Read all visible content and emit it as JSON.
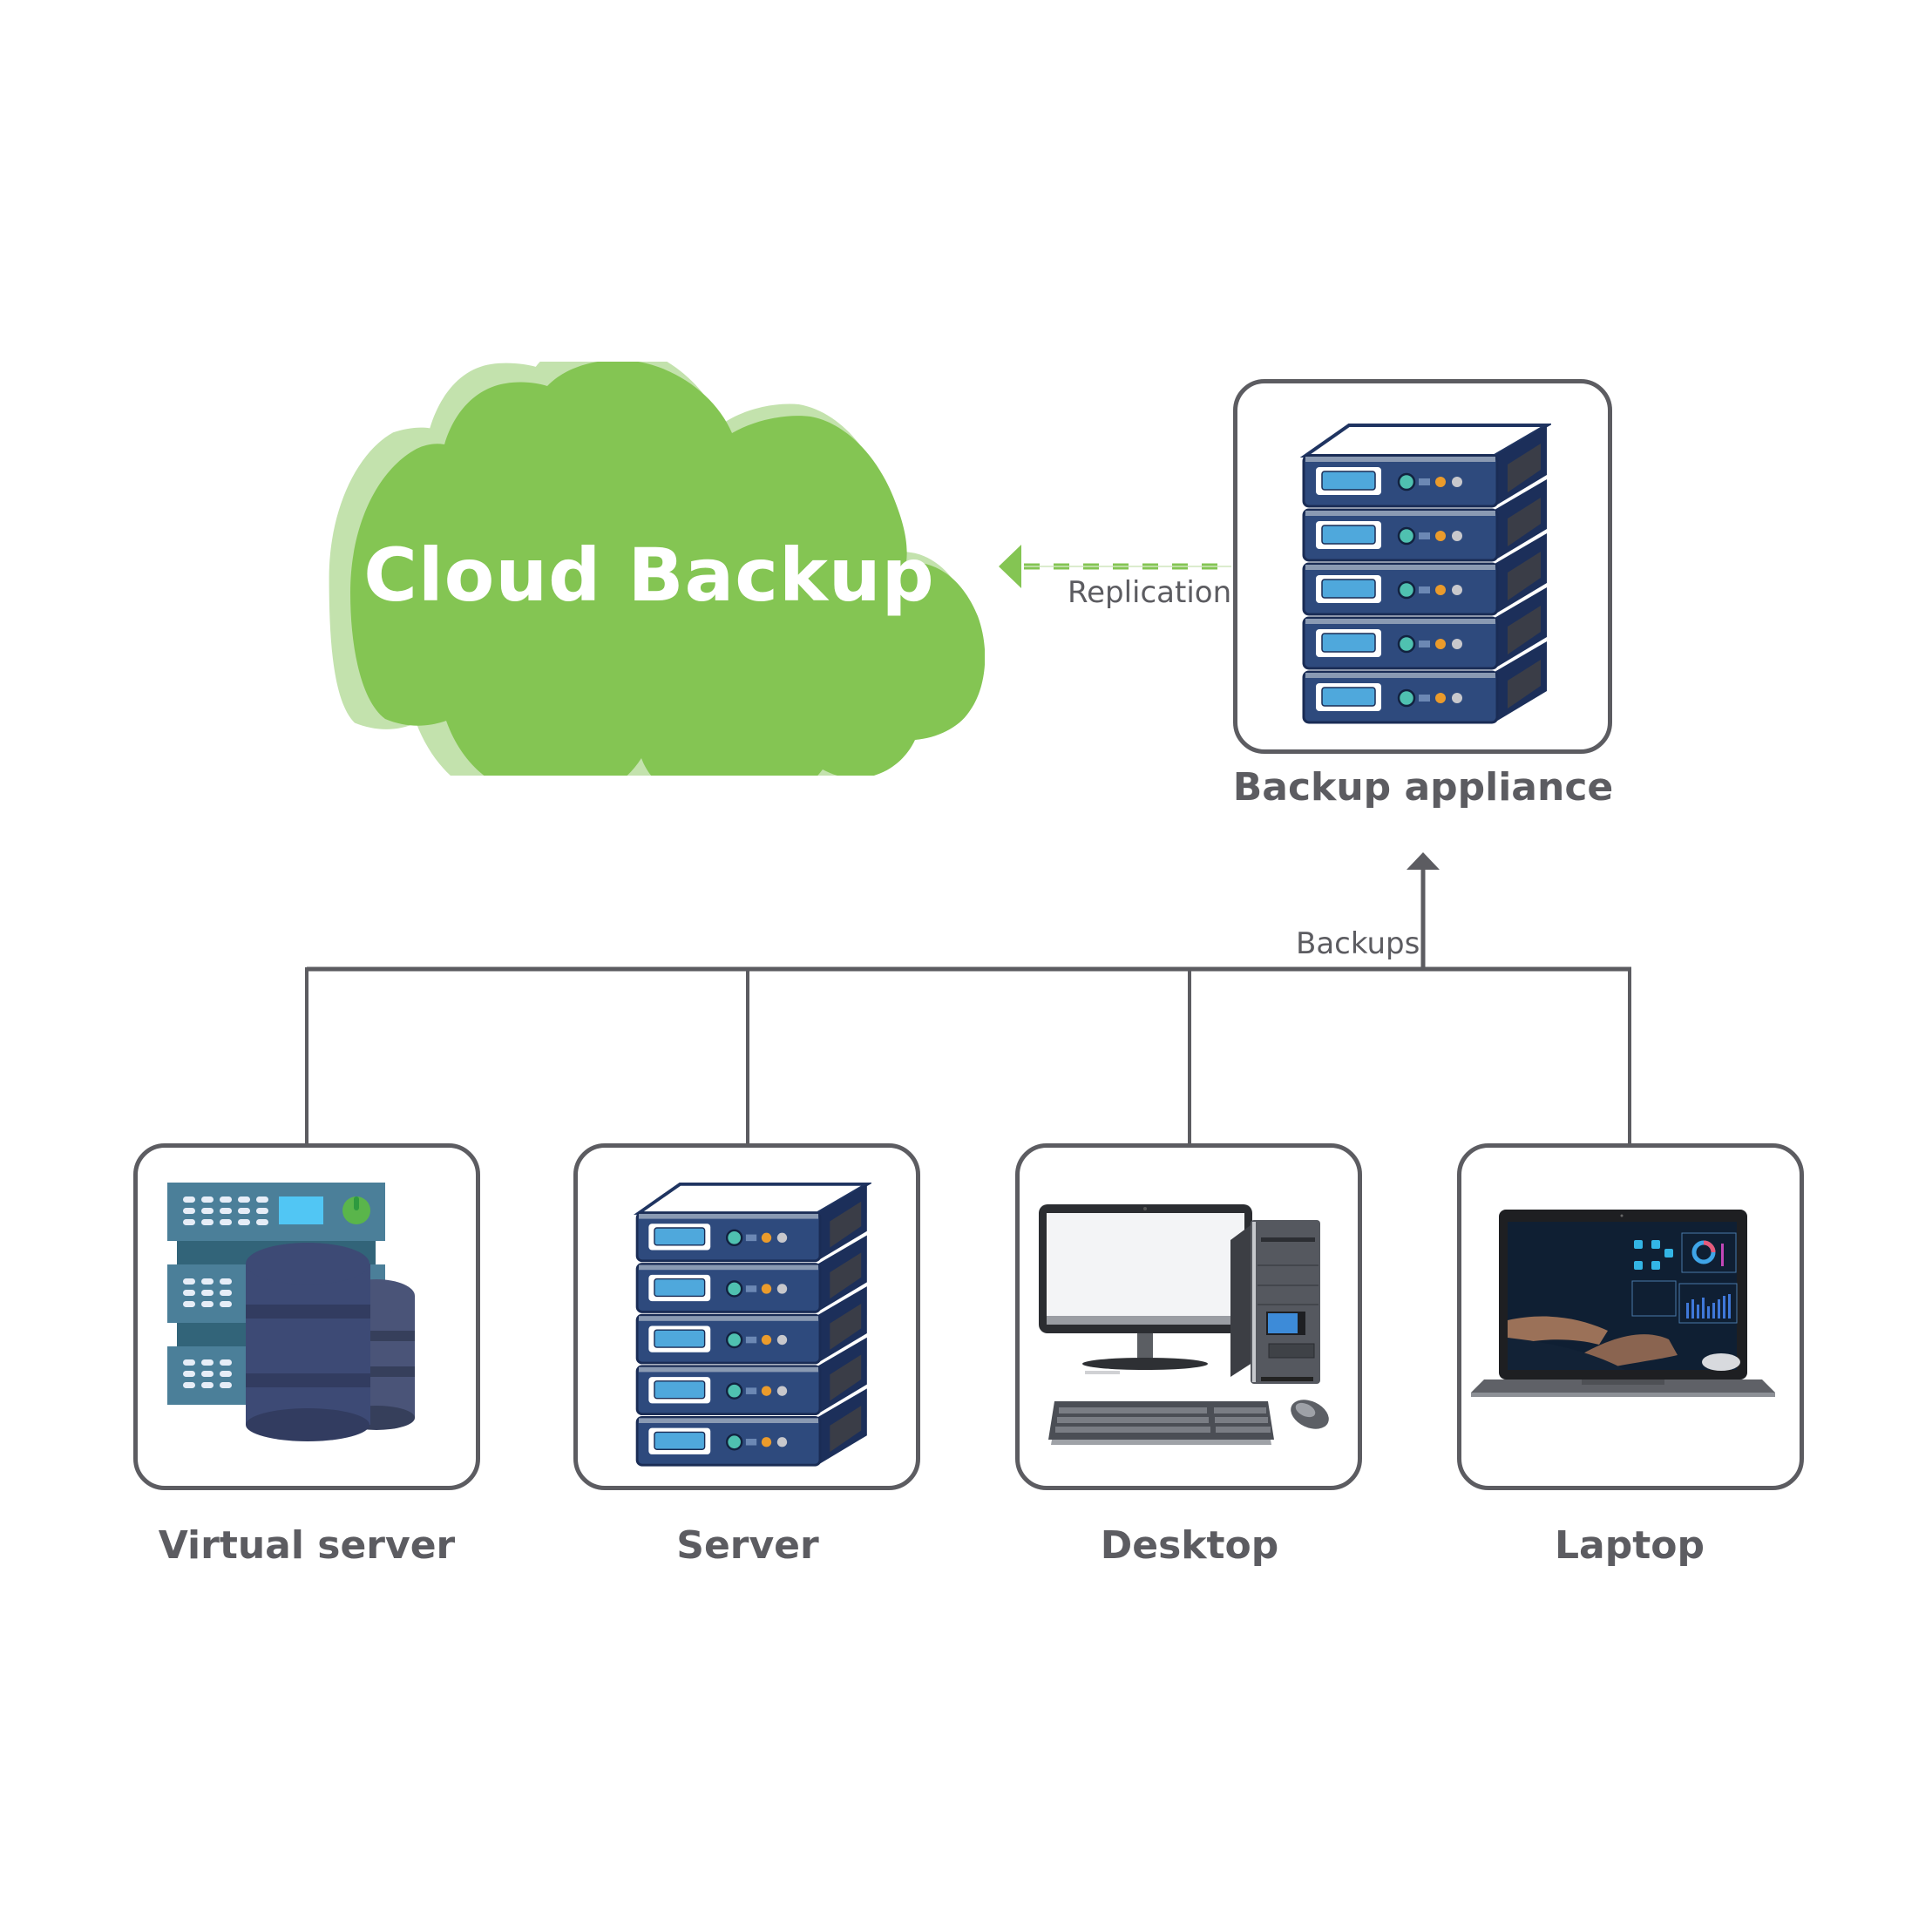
{
  "diagram": {
    "cloud": {
      "label": "Cloud Backup",
      "icon": "cloud-icon",
      "fill_color": "#84c553",
      "shadow_color": "#c3e2ad"
    },
    "appliance": {
      "label": "Backup appliance",
      "icon": "server-rack-icon"
    },
    "edges": {
      "replication": {
        "label": "Replication",
        "from": "Backup appliance",
        "to": "Cloud Backup",
        "style": "dashed",
        "color": "#84c553"
      },
      "backups": {
        "label": "Backups",
        "from": [
          "Virtual server",
          "Server",
          "Desktop",
          "Laptop"
        ],
        "to": "Backup appliance",
        "style": "solid",
        "color": "#5c5c61"
      }
    },
    "sources": [
      {
        "label": "Virtual server",
        "icon": "virtual-server-database-icon"
      },
      {
        "label": "Server",
        "icon": "server-rack-icon"
      },
      {
        "label": "Desktop",
        "icon": "desktop-computer-icon"
      },
      {
        "label": "Laptop",
        "icon": "laptop-icon"
      }
    ],
    "colors": {
      "line": "#5c5c61",
      "text": "#5c5c61",
      "server_body": "#2e4a7d",
      "server_screen": "#4fa8dc",
      "led_teal": "#4fc1b0",
      "led_orange": "#eb9b2b",
      "led_gray": "#c8c8cc"
    }
  }
}
